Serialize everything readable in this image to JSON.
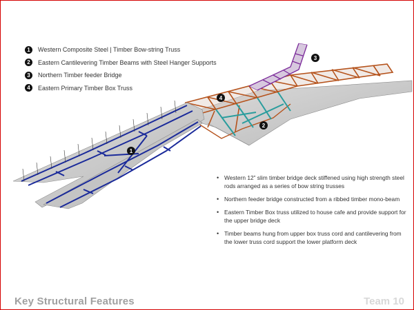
{
  "legend": [
    {
      "number": "1",
      "label": "Western Composite Steel | Timber Bow-string Truss"
    },
    {
      "number": "2",
      "label": "Eastern Cantilevering Timber Beams with Steel Hanger Supports"
    },
    {
      "number": "3",
      "label": "Northern Timber feeder Bridge"
    },
    {
      "number": "4",
      "label": "Eastern Primary Timber Box Truss"
    }
  ],
  "markers": [
    "1",
    "2",
    "3",
    "4"
  ],
  "bullets": [
    "Western 12” slim timber bridge deck stiffened using high strength steel rods arranged as a series of bow string trusses",
    "Northern feeder bridge constructed from a ribbed timber mono-beam",
    "Eastern Timber Box truss utilized to house cafe and provide support for the upper bridge deck",
    "Timber beams hung from upper box truss cord and cantilevering from the lower truss cord support the lower platform deck"
  ],
  "footer": {
    "title": "Key Structural Features",
    "team": "Team 10"
  },
  "colors": {
    "frame": "#d40000",
    "deck": "#c8c8c8",
    "steel_truss": "#1a2a9a",
    "timber_truss": "#b5521b",
    "feeder_bridge": "#7b2a9a",
    "hangers": "#2a9d9d",
    "footer_text": "#a0a0a0"
  }
}
